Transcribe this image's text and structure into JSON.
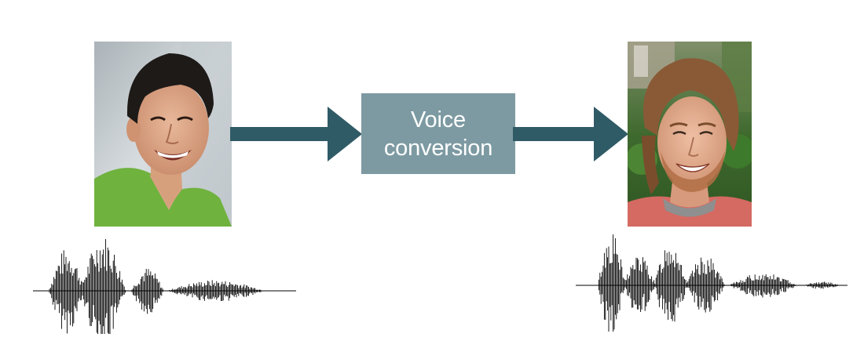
{
  "diagram": {
    "process_box": {
      "line_1": "Voice",
      "line_2": "conversion"
    },
    "colors": {
      "arrow": "#2f5b66",
      "box": "#7d9aa2",
      "box_text": "#ffffff",
      "waveform": "#000000"
    },
    "nodes": [
      "source-speaker-photo",
      "process-box",
      "target-speaker-photo"
    ],
    "edges": [
      {
        "from": "source-speaker-photo",
        "to": "process-box"
      },
      {
        "from": "process-box",
        "to": "target-speaker-photo"
      }
    ]
  }
}
